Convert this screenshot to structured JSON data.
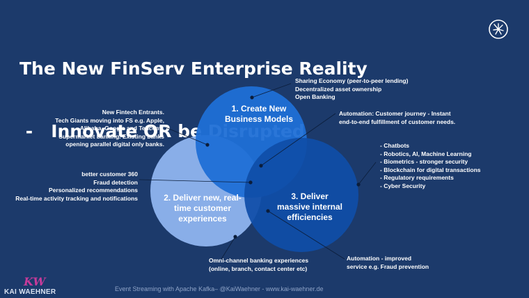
{
  "title": {
    "line1": "The New FinServ Enterprise Reality",
    "line2": " -   Innovate OR be Disrupted"
  },
  "circles": {
    "create": {
      "label": "1. Create New\nBusiness Models",
      "color": "#1f6fd6"
    },
    "deliver_realtime": {
      "label": "2. Deliver new, real-\ntime customer\nexperiences",
      "color": "#8fb4ef"
    },
    "deliver_internal": {
      "label": "3. Deliver\nmassive internal\nefficiencies",
      "color": "#0f4ea8"
    }
  },
  "notes": {
    "sharing": "Sharing Economy (peer-to-peer lending)\nDecentralized asset ownership\nOpen Banking",
    "fintech": "New Fintech Entrants.\nTech Giants moving into FS e.g. Apple,\nAlibaba, Google and Tencent..\nSupermarket banking. Existing banks\nopening parallel digital only banks.",
    "automation_journey": "Automation: Customer journey - Instant\nend-to-end fulfillment of customer needs.",
    "tech_list": "- Chatbots\n- Robotics, AI, Machine Learning\n- Biometrics - stronger security\n- Blockchain for digital transactions\n- Regulatory requirements\n- Cyber Security",
    "customer360": "better customer 360\nFraud detection\nPersonalized recommendations\nReal-time activity tracking and notifications",
    "omni": "Omni-channel banking experiences\n(online, branch, contact center etc)",
    "automation_fraud": "Automation - improved\nservice e.g. Fraud prevention"
  },
  "footer": "Event Streaming with Apache Kafka– @KaiWaehner - www.kai-waehner.de",
  "logo": {
    "mark": "KW",
    "text": "KAI WAEHNER"
  },
  "icons": {
    "corner": "network-starburst-icon"
  }
}
